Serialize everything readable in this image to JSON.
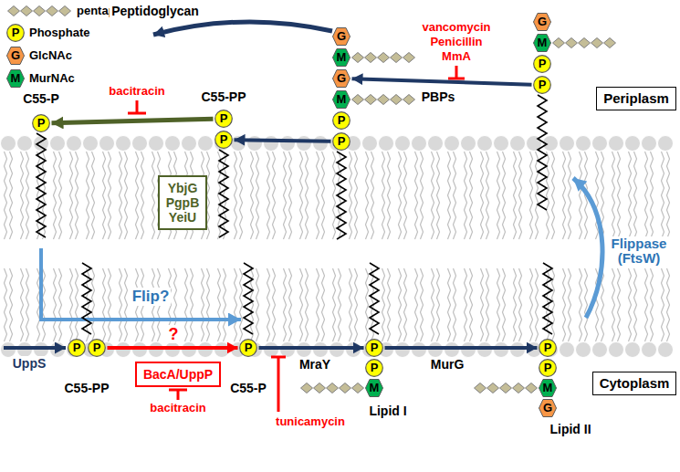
{
  "diagram": {
    "nodes": [
      {
        "text": [
          "Periplasm"
        ]
      },
      {
        "text": [
          "Cytoplasm"
        ]
      },
      {
        "text": [
          "YbjG PgpB YeiU"
        ]
      },
      {
        "text": [
          "BacA/UppP"
        ]
      },
      {
        "text": [
          "P"
        ]
      },
      {
        "text": [
          "P"
        ]
      },
      {
        "text": [
          "P"
        ]
      },
      {
        "text": [
          "G"
        ]
      },
      {
        "text": [
          "M"
        ]
      },
      {
        "text": [
          "G"
        ]
      },
      {
        "text": [
          "M"
        ]
      },
      {
        "text": [
          "P"
        ]
      },
      {
        "text": [
          "P"
        ]
      },
      {
        "text": [
          "G"
        ]
      },
      {
        "text": [
          "M"
        ]
      },
      {
        "text": [
          "P"
        ]
      },
      {
        "text": [
          "P"
        ]
      },
      {
        "text": [
          "P"
        ]
      },
      {
        "text": [
          "P"
        ]
      },
      {
        "text": [
          "P"
        ]
      },
      {
        "text": [
          "P"
        ]
      },
      {
        "text": [
          "P"
        ]
      },
      {
        "text": [
          "M"
        ]
      },
      {
        "text": [
          "P"
        ]
      },
      {
        "text": [
          "P"
        ]
      },
      {
        "text": [
          "M"
        ]
      },
      {
        "text": [
          "G"
        ]
      }
    ],
    "edges": [
      {
        "from": 5,
        "to": 4,
        "arrow": "to"
      },
      {
        "from": 12,
        "to": 6,
        "arrow": "to"
      },
      {
        "from": 16,
        "to": 9,
        "arrow": "to"
      },
      {
        "from": 18,
        "to": 19,
        "arrow": "to"
      },
      {
        "from": 19,
        "to": 20,
        "arrow": "to"
      },
      {
        "from": 20,
        "to": 23,
        "arrow": "to"
      }
    ],
    "labels": [
      "P",
      "G",
      "M",
      "Peptidoglycan",
      "vancomycin Penicillin MmA",
      "PBPs",
      "bacitracin",
      "C55-P",
      "C55-PP",
      "Flip?",
      "Flippase (FtsW)",
      "UppS",
      "?",
      "bacitracin",
      "C55-PP",
      "C55-P",
      "MraY",
      "tunicamycin",
      "Lipid I",
      "MurG",
      "Lipid II"
    ],
    "legend": [
      {
        "text": "pentapeptide"
      },
      {
        "text": "Phosphate",
        "color": "#ffff00"
      },
      {
        "text": "GlcNAc",
        "color": "#f79646"
      },
      {
        "text": "MurNAc",
        "color": "#00b050"
      }
    ]
  }
}
